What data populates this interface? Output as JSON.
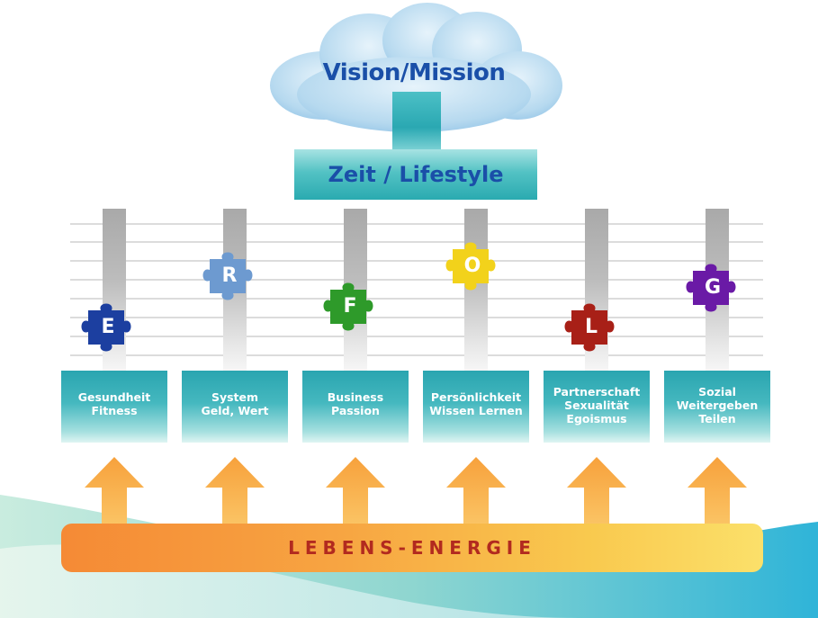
{
  "vision": {
    "title": "Vision/Mission"
  },
  "zeit": {
    "label": "Zeit / Lifestyle"
  },
  "pieces": [
    {
      "letter": "E",
      "color": "#1c3fa0"
    },
    {
      "letter": "R",
      "color": "#6d9ad0"
    },
    {
      "letter": "F",
      "color": "#2e9a2a"
    },
    {
      "letter": "O",
      "color": "#f2d21b"
    },
    {
      "letter": "L",
      "color": "#a82017"
    },
    {
      "letter": "G",
      "color": "#6a1aa6"
    }
  ],
  "categories": [
    {
      "label": "Gesundheit\nFitness"
    },
    {
      "label": "System\nGeld, Wert"
    },
    {
      "label": "Business\nPassion"
    },
    {
      "label": "Persönlichkeit\nWissen Lernen"
    },
    {
      "label": "Partnerschaft\nSexualität\nEgoismus"
    },
    {
      "label": "Sozial\nWeitergeben\nTeilen"
    }
  ],
  "energy": {
    "label": "LEBENS-ENERGIE"
  },
  "colors": {
    "title_blue": "#1a4fa8",
    "teal": "#2aa8b2",
    "energy_text": "#b22a1f",
    "arrow_orange": "#f7a13c"
  }
}
